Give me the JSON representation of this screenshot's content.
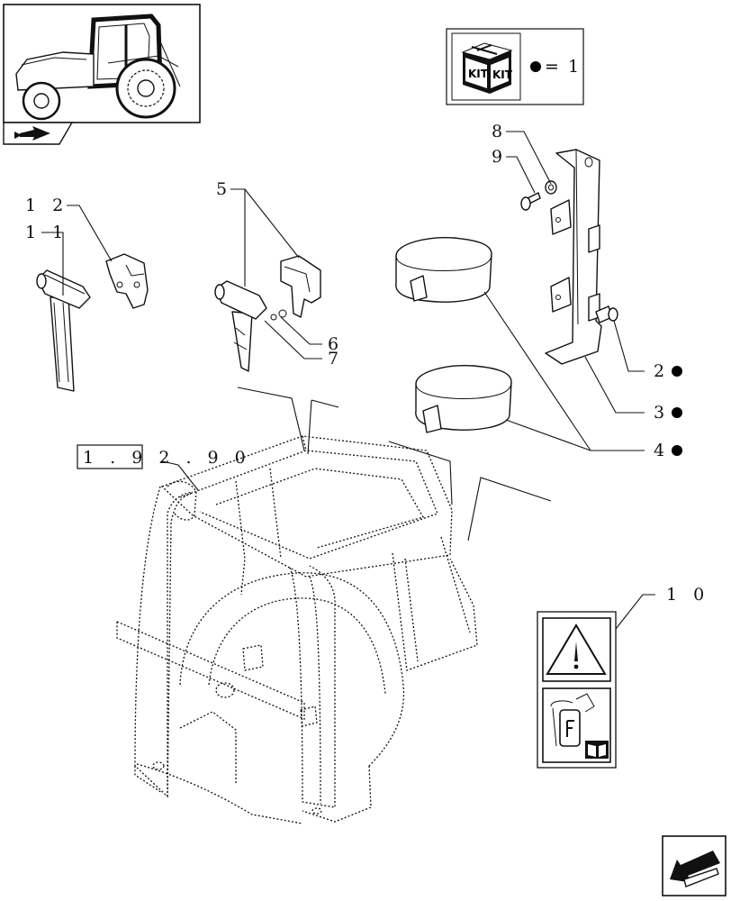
{
  "legend": {
    "kit_a": "KIT",
    "kit_b": "KIT",
    "equals": "= 1"
  },
  "reference": "1 . 9 2 . 9 0",
  "callouts": [
    {
      "id": "c1",
      "text": "8"
    },
    {
      "id": "c2",
      "text": "9"
    },
    {
      "id": "c3",
      "text": "5"
    },
    {
      "id": "c4",
      "text": "1 2"
    },
    {
      "id": "c5",
      "text": "1 1"
    },
    {
      "id": "c6",
      "text": "6"
    },
    {
      "id": "c7",
      "text": "7"
    },
    {
      "id": "c8",
      "text": "2"
    },
    {
      "id": "c9",
      "text": "3"
    },
    {
      "id": "c10",
      "text": "4"
    },
    {
      "id": "c11",
      "text": "1 0"
    }
  ],
  "colors": {
    "ink": "#111111",
    "paper": "#ffffff"
  },
  "icons": [
    "tractor-thumbnail-icon",
    "kit-box-icon",
    "warning-triangle-icon",
    "fire-extinguisher-icon",
    "manual-book-icon",
    "previous-page-arrow-icon",
    "next-page-arrow-icon"
  ]
}
